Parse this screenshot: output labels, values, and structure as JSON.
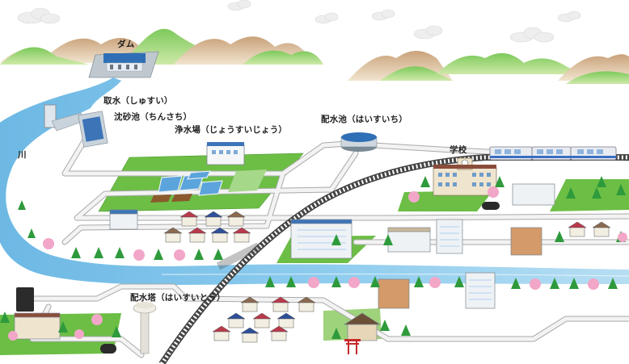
{
  "labels": {
    "dam": "ダム",
    "intake": "取水（しゅすい）",
    "sedimentation": "沈砂池（ちんさち）",
    "purification": "浄水場（じょうすいじょう）",
    "reservoir": "配水池（はいすいち）",
    "school": "学校",
    "river": "川",
    "tower": "配水塔（はいすいとう）"
  },
  "colors": {
    "sky": "#ffffff",
    "mountain_green": "#5fb54a",
    "mountain_brown": "#c8a87a",
    "river": "#7fc3e8",
    "river_light": "#b9e0f5",
    "ground_green": "#6cbe45",
    "pipe": "#f2f2f2",
    "pipe_edge": "#a9a9a9",
    "railway": "#444444",
    "cherry": "#f2a6c8",
    "tree": "#2e9a3c",
    "roof_red": "#b83a4a",
    "roof_blue": "#2f4f9a",
    "roof_brown": "#8a6a50"
  }
}
